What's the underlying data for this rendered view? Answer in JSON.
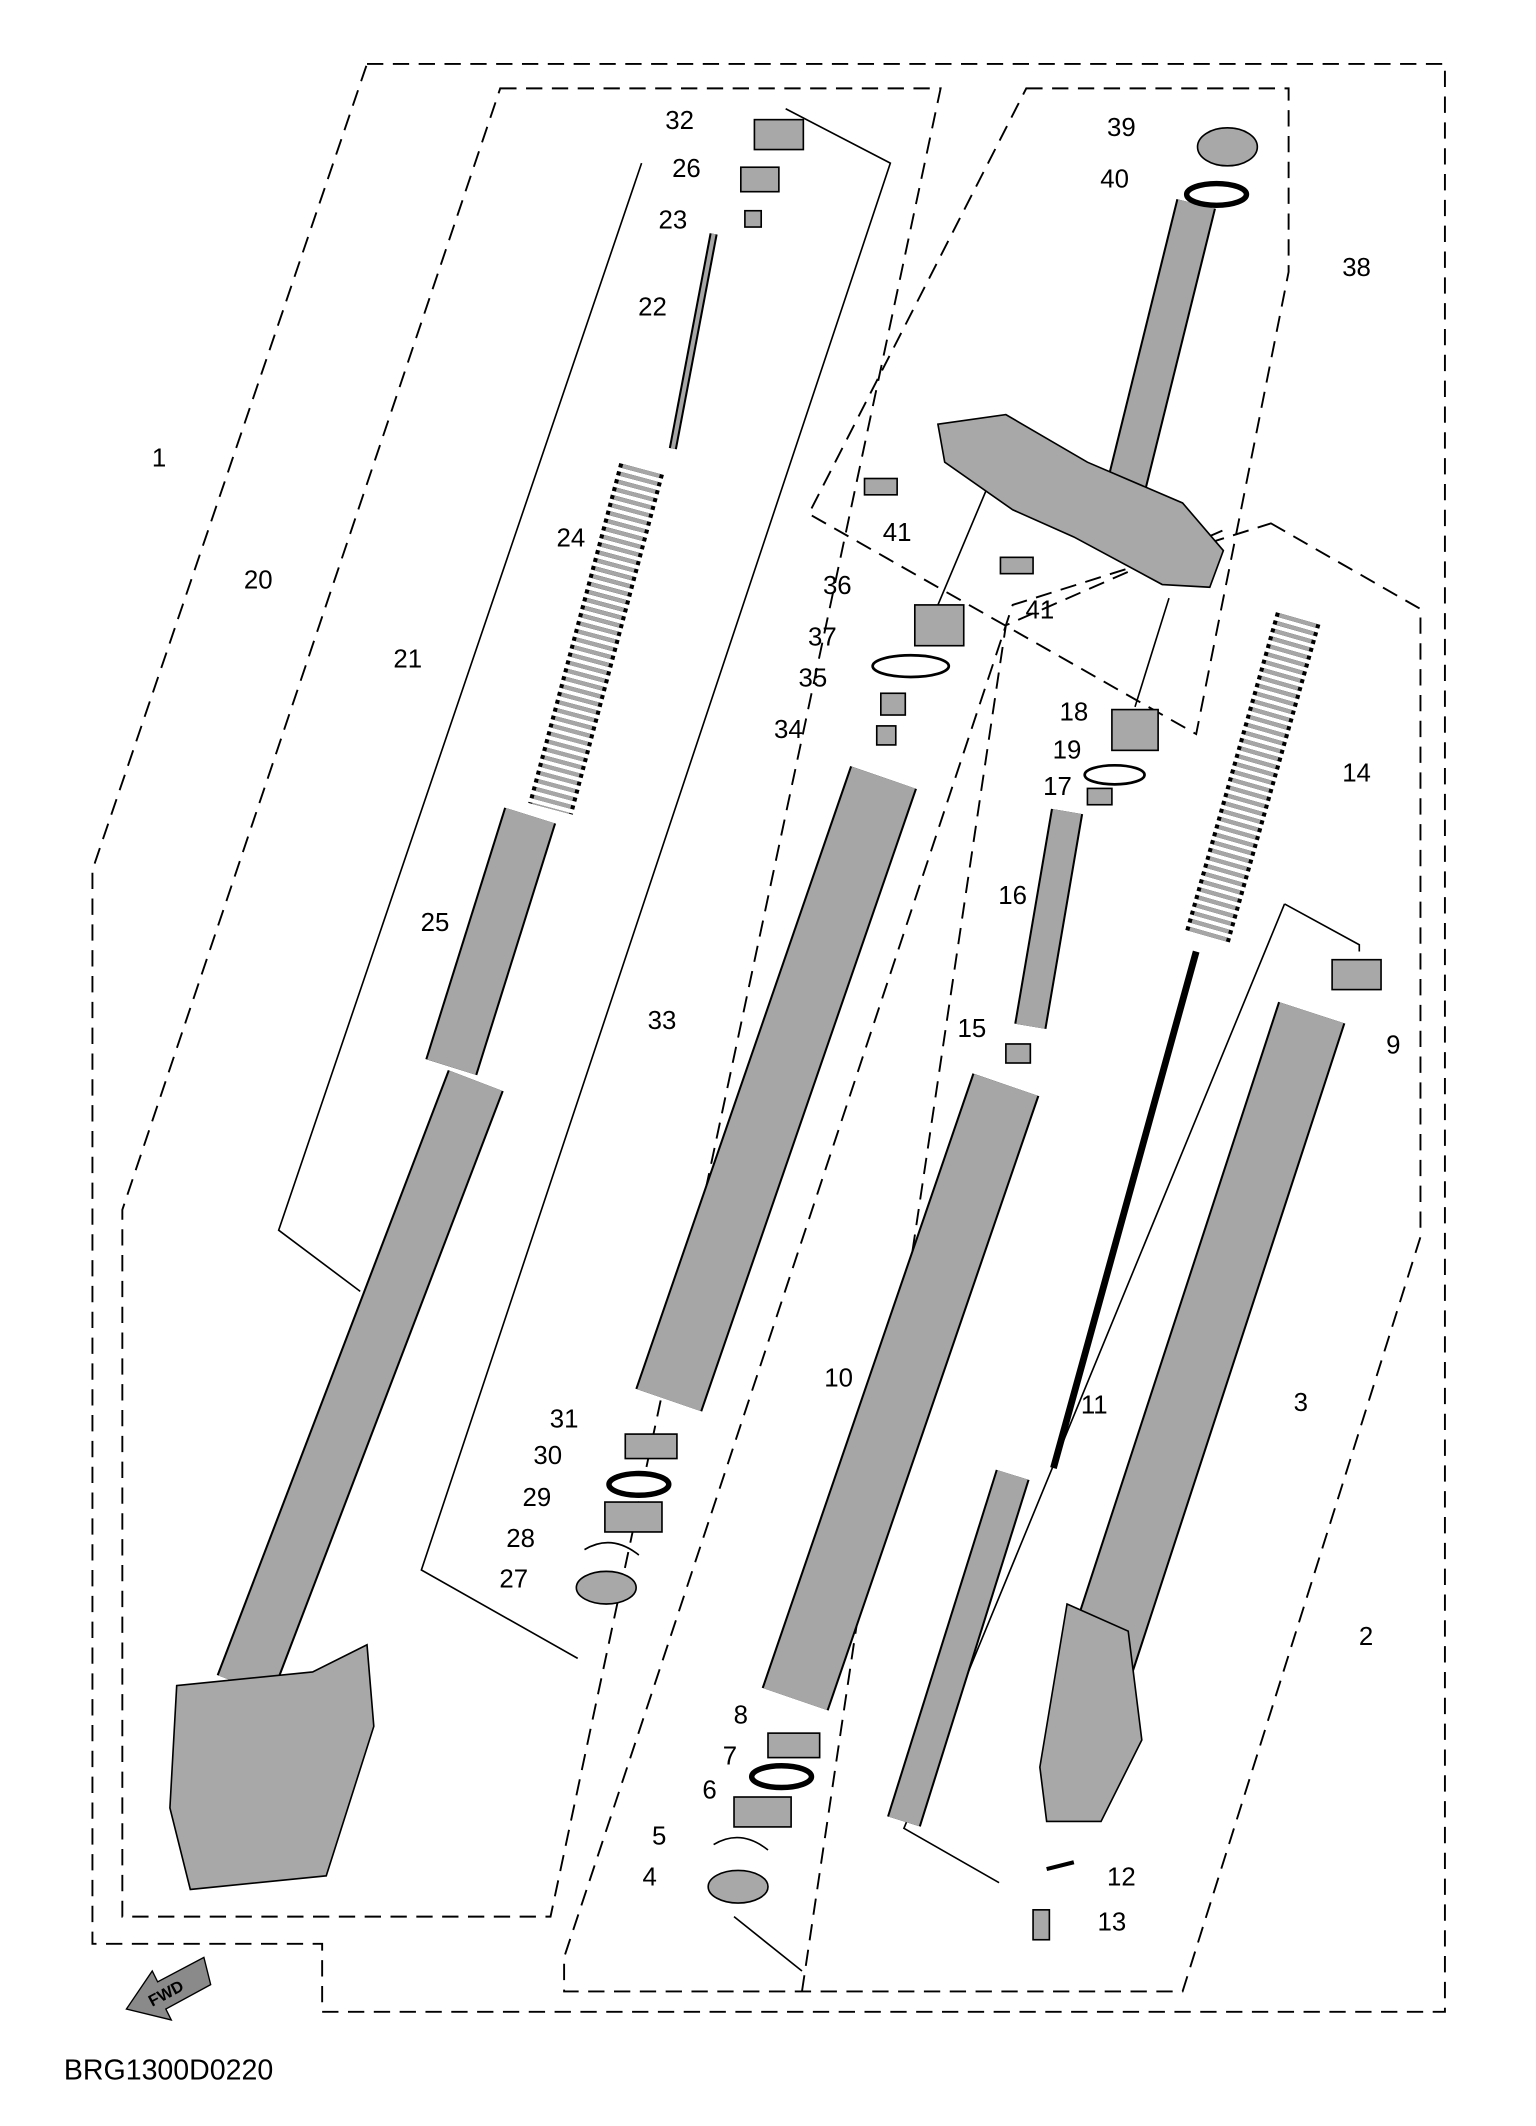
{
  "diagram": {
    "code": "BRG1300D0220",
    "fwd_label": "FWD",
    "callouts": [
      "1",
      "2",
      "3",
      "4",
      "5",
      "6",
      "7",
      "8",
      "9",
      "10",
      "11",
      "12",
      "13",
      "14",
      "15",
      "16",
      "17",
      "18",
      "19",
      "20",
      "21",
      "22",
      "23",
      "24",
      "25",
      "26",
      "27",
      "28",
      "29",
      "30",
      "31",
      "32",
      "33",
      "34",
      "35",
      "36",
      "37",
      "38",
      "39",
      "40",
      "41",
      "41"
    ]
  },
  "colors": {
    "part_fill": "#a8a8a8",
    "line": "#000000"
  }
}
